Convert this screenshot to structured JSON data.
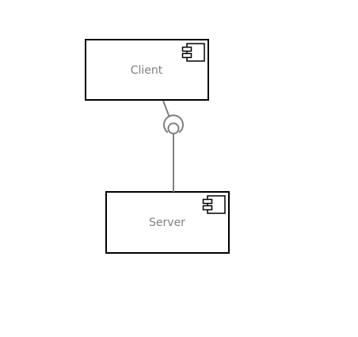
{
  "diagram": {
    "type": "uml-component-diagram",
    "components": [
      {
        "id": "client",
        "label": "Client",
        "icon": "component-icon"
      },
      {
        "id": "server",
        "label": "Server",
        "icon": "component-icon"
      }
    ],
    "interface": {
      "provider": "server",
      "consumer": "client",
      "notation": "ball-and-socket"
    },
    "colors": {
      "box_stroke": "#000000",
      "box_fill": "#ffffff",
      "label_text": "#808080",
      "connector": "#808080"
    }
  }
}
